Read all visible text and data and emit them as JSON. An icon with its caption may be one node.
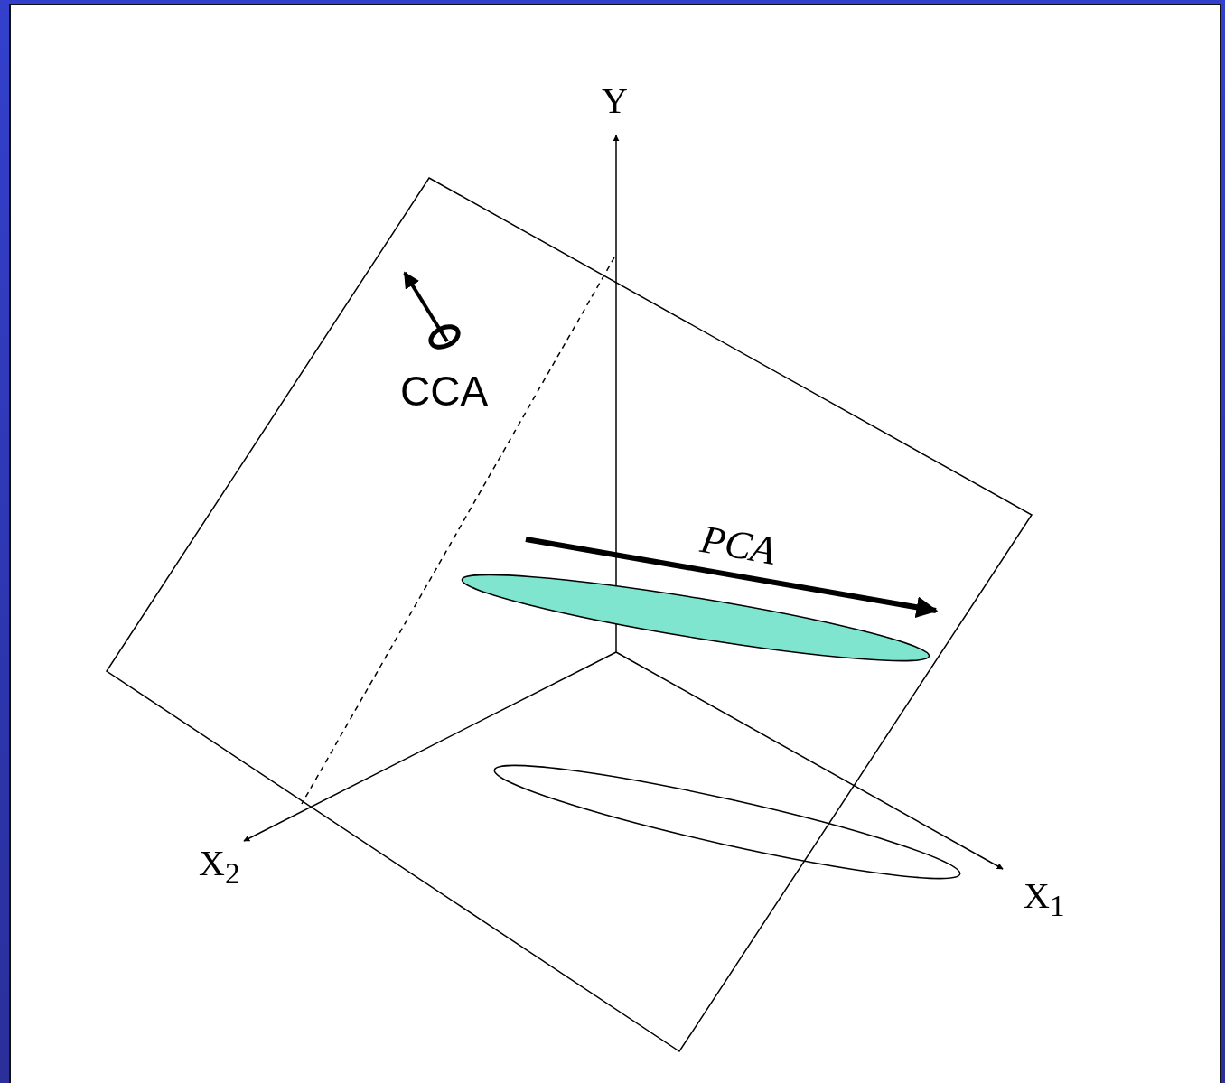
{
  "diagram": {
    "labels": [
      "Y",
      "CCA",
      "PCA",
      "X$_{2}$",
      "X$_{1}$"
    ]
  }
}
